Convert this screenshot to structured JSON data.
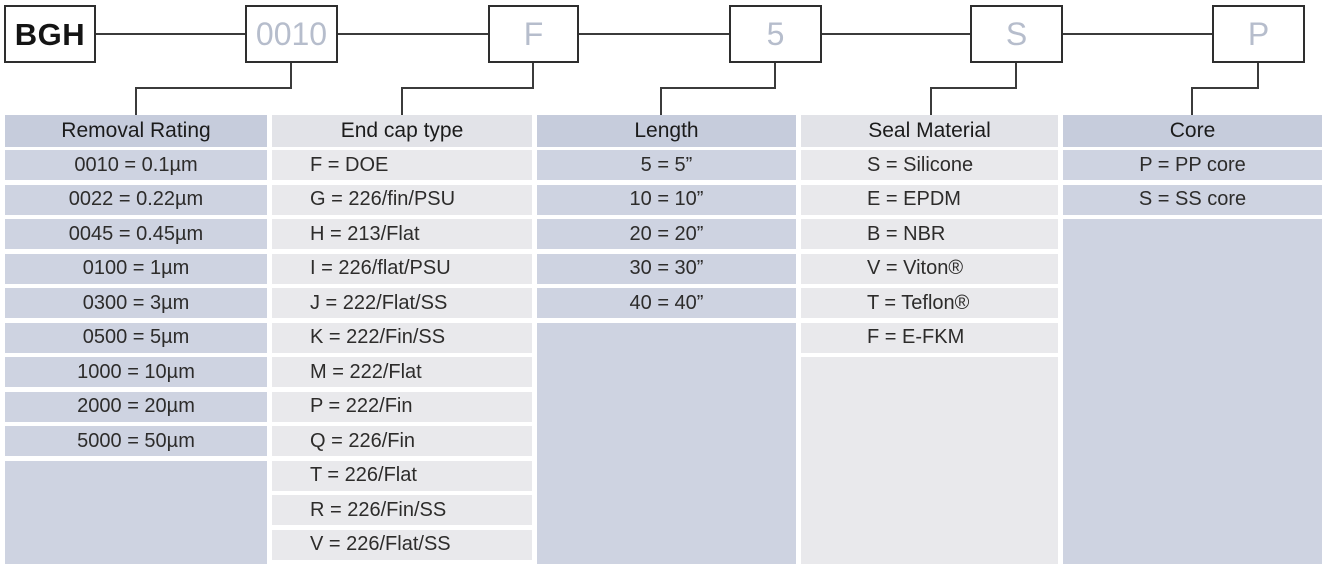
{
  "part_code": {
    "boxes": [
      {
        "code": "BGH"
      },
      {
        "code": "0010"
      },
      {
        "code": "F"
      },
      {
        "code": "5"
      },
      {
        "code": "S"
      },
      {
        "code": "P"
      }
    ]
  },
  "columns": [
    {
      "header": "Removal Rating",
      "rows": [
        "0010 = 0.1µm",
        "0022 = 0.22µm",
        "0045 = 0.45µm",
        "0100 = 1µm",
        "0300 = 3µm",
        "0500 = 5µm",
        "1000 = 10µm",
        "2000 = 20µm",
        "5000 = 50µm"
      ]
    },
    {
      "header": "End cap type",
      "rows": [
        "F = DOE",
        "G = 226/fin/PSU",
        "H = 213/Flat",
        "I = 226/flat/PSU",
        "J = 222/Flat/SS",
        "K = 222/Fin/SS",
        "M = 222/Flat",
        "P = 222/Fin",
        "Q = 226/Fin",
        "T = 226/Flat",
        "R = 226/Fin/SS",
        "V = 226/Flat/SS"
      ]
    },
    {
      "header": "Length",
      "rows": [
        "5 = 5”",
        "10 = 10”",
        "20 = 20”",
        "30 = 30”",
        "40 = 40”"
      ]
    },
    {
      "header": "Seal Material",
      "rows": [
        "S = Silicone",
        "E = EPDM",
        "B = NBR",
        "V = Viton®",
        "T = Teflon®",
        "F = E-FKM"
      ]
    },
    {
      "header": "Core",
      "rows": [
        "P = PP core",
        "S = SS core"
      ]
    }
  ],
  "colors": {
    "blue_header": "#c6ccdc",
    "blue_cell": "#ced3e1",
    "gray_header": "#e2e3e8",
    "gray_cell": "#e9e9ec",
    "line": "#3b3b3b",
    "code_text": "#b6bdcc",
    "brand_text": "#141414"
  }
}
